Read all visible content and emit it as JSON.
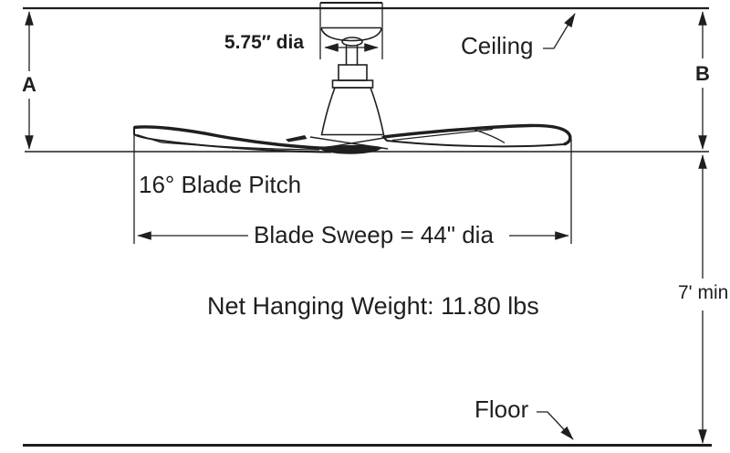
{
  "diagram": {
    "type": "ceiling-fan-mounting-dimension-diagram",
    "colors": {
      "ink": "#1f1f1f",
      "background": "#ffffff"
    },
    "labels": {
      "hanger_dia": "5.75″ dia",
      "ceiling": "Ceiling",
      "dim_a": "A",
      "dim_b": "B",
      "blade_pitch": "16° Blade Pitch",
      "blade_sweep": "Blade Sweep = 44\" dia",
      "net_weight": "Net Hanging Weight: 11.80 lbs",
      "floor_clearance": "7' min",
      "floor": "Floor"
    },
    "dimensions": {
      "canopy_diameter": "5.75 in",
      "blade_pitch_degrees": 16,
      "blade_sweep_diameter": "44 in",
      "net_hanging_weight_lbs": 11.8,
      "floor_clearance_min": "7 ft"
    }
  }
}
